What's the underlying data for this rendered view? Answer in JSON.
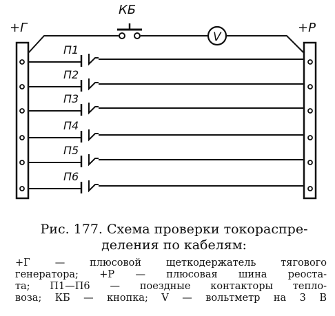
{
  "labels": {
    "generator_brush": "+Г",
    "rheostat_bus": "+Р",
    "button": "КБ",
    "voltmeter": "V",
    "contactors": [
      "П1",
      "П2",
      "П3",
      "П4",
      "П5",
      "П6"
    ]
  },
  "caption": {
    "title_line1": "Рис. 177. Схема проверки токораспре-",
    "title_line2": "деления по кабелям:",
    "body_lines": [
      "+Г — плюсовой щеткодержатель тягового",
      "генератора; +Р — плюсовая шина реоста-",
      "та; П1—П6 — поездные контакторы тепло-",
      "воза; КБ — кнопка; V — вольтметр на 3 В"
    ]
  }
}
